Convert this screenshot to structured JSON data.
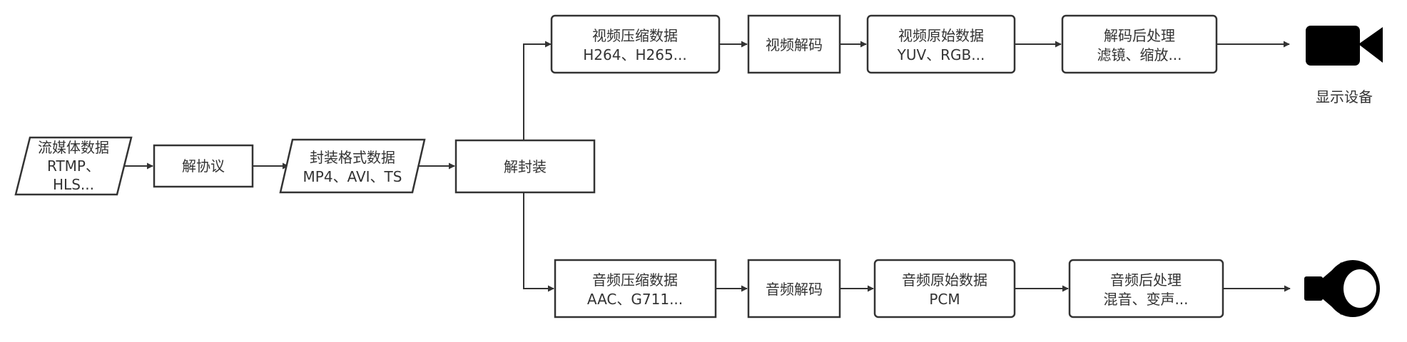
{
  "nodes": [
    {
      "id": "stream",
      "lines": [
        "流媒体数据",
        "RTMP、",
        "HLS..."
      ]
    },
    {
      "id": "protocol",
      "lines": [
        "解协议"
      ]
    },
    {
      "id": "container",
      "lines": [
        "封装格式数据",
        "MP4、AVI、TS"
      ]
    },
    {
      "id": "demux",
      "lines": [
        "解封装"
      ]
    },
    {
      "id": "v_comp",
      "lines": [
        "视频压缩数据",
        "H264、H265..."
      ]
    },
    {
      "id": "v_dec",
      "lines": [
        "视频解码"
      ]
    },
    {
      "id": "v_raw",
      "lines": [
        "视频原始数据",
        "YUV、RGB..."
      ]
    },
    {
      "id": "v_post",
      "lines": [
        "解码后处理",
        "滤镜、缩放..."
      ]
    },
    {
      "id": "a_comp",
      "lines": [
        "音频压缩数据",
        "AAC、G711..."
      ]
    },
    {
      "id": "a_dec",
      "lines": [
        "音频解码"
      ]
    },
    {
      "id": "a_raw",
      "lines": [
        "音频原始数据",
        "PCM"
      ]
    },
    {
      "id": "a_post",
      "lines": [
        "音频后处理",
        "混音、变声..."
      ]
    }
  ],
  "display_device": {
    "label": "显示设备",
    "icon": "video-camera-icon"
  },
  "audio_device": {
    "icon": "speaker-icon"
  },
  "colors": {
    "stroke": "#333333",
    "fill": "#ffffff",
    "icon": "#000000"
  }
}
